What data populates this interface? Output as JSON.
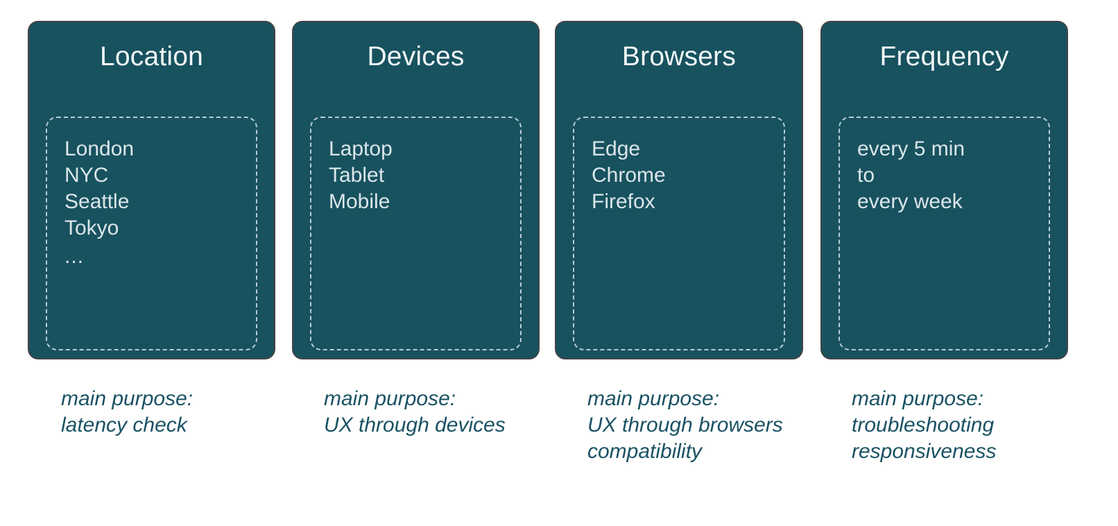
{
  "page": {
    "background_color": "#ffffff",
    "card_fill_color": "#18525f",
    "card_border_color": "#434347",
    "dashed_border_color": "#b6cdd6",
    "title_color": "#f2f8f9",
    "item_color": "#dbe6ea",
    "caption_color": "#1a5263"
  },
  "columns": [
    {
      "title": "Location",
      "items": [
        "London",
        "NYC",
        "Seattle",
        "Tokyo",
        "..."
      ],
      "caption_lines": [
        "main purpose:",
        "latency check"
      ]
    },
    {
      "title": "Devices",
      "items": [
        "Laptop",
        "Tablet",
        "Mobile"
      ],
      "caption_lines": [
        "main purpose:",
        "UX through devices"
      ]
    },
    {
      "title": "Browsers",
      "items": [
        "Edge",
        "Chrome",
        "Firefox"
      ],
      "caption_lines": [
        "main purpose:",
        "UX through browsers",
        "compatibility"
      ]
    },
    {
      "title": "Frequency",
      "items": [
        "every 5 min",
        "to",
        "every week"
      ],
      "caption_lines": [
        "main purpose:",
        "troubleshooting",
        "responsiveness"
      ]
    }
  ]
}
